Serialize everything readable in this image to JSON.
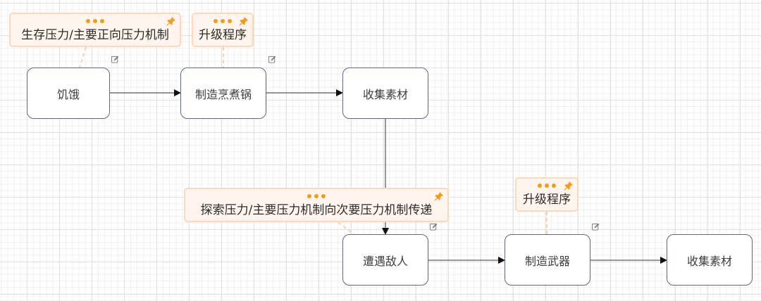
{
  "diagram": {
    "colors": {
      "node_border": "#5f6785",
      "node_text": "#3d3d3d",
      "edge": "#333333",
      "note_bg": "#fff5ee",
      "note_border": "#fcd9bd",
      "note_accent": "#f29c1f",
      "note_connector": "#fcd0ab"
    },
    "nodes": [
      {
        "id": "hunger",
        "label": "饥饿"
      },
      {
        "id": "craft-pot",
        "label": "制造烹煮锅"
      },
      {
        "id": "collect-1",
        "label": "收集素材"
      },
      {
        "id": "encounter",
        "label": "遭遇敌人"
      },
      {
        "id": "craft-weapon",
        "label": "制造武器"
      },
      {
        "id": "collect-2",
        "label": "收集素材"
      }
    ],
    "notes": [
      {
        "id": "note-survival",
        "text": "生存压力/主要正向压力机制",
        "attached_to": "hunger",
        "icons": [
          "more-dots-icon",
          "pin-icon"
        ]
      },
      {
        "id": "note-upgrade-1",
        "text": "升级程序",
        "attached_to": "craft-pot",
        "icons": [
          "more-dots-icon",
          "pin-icon"
        ]
      },
      {
        "id": "note-explore",
        "text": "探索压力/主要压力机制向次要压力机制传递",
        "attached_to": "encounter",
        "icons": [
          "more-dots-icon",
          "pin-icon"
        ]
      },
      {
        "id": "note-upgrade-2",
        "text": "升级程序",
        "attached_to": "craft-weapon",
        "icons": [
          "more-dots-icon",
          "pin-icon"
        ]
      }
    ],
    "edges": [
      {
        "from": "hunger",
        "to": "craft-pot"
      },
      {
        "from": "craft-pot",
        "to": "collect-1"
      },
      {
        "from": "collect-1",
        "to": "encounter"
      },
      {
        "from": "encounter",
        "to": "craft-weapon"
      },
      {
        "from": "craft-weapon",
        "to": "collect-2"
      }
    ]
  }
}
